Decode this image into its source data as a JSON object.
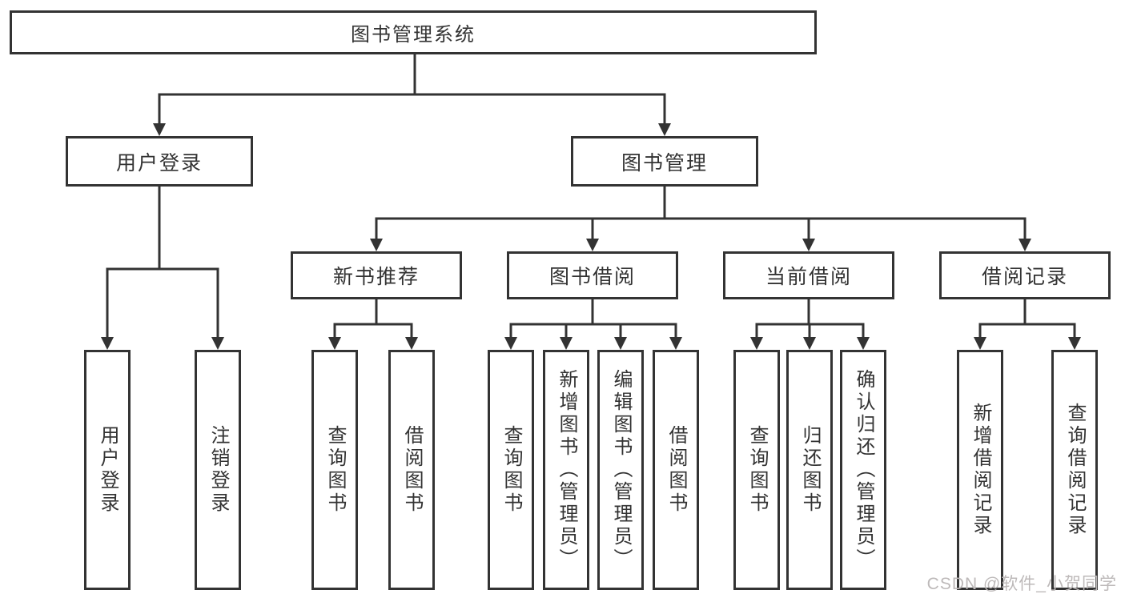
{
  "diagram": {
    "type": "hierarchy-tree",
    "tree": {
      "root": "图书管理系统",
      "branches": [
        {
          "label": "用户登录",
          "children": [
            "用户登录",
            "注销登录"
          ]
        },
        {
          "label": "图书管理",
          "sections": [
            {
              "label": "新书推荐",
              "children": [
                "查询图书",
                "借阅图书"
              ]
            },
            {
              "label": "图书借阅",
              "children": [
                "查询图书",
                "新增图书（管理员）",
                "编辑图书（管理员）",
                "借阅图书"
              ]
            },
            {
              "label": "当前借阅",
              "children": [
                "查询图书",
                "归还图书",
                "确认归还（管理员）"
              ]
            },
            {
              "label": "借阅记录",
              "children": [
                "新增借阅记录",
                "查询借阅记录"
              ]
            }
          ]
        }
      ]
    }
  },
  "watermark": "CSDN @软件_小贺同学",
  "colors": {
    "line": "#333333",
    "text": "#333333",
    "watermark": "#bdb9b9",
    "background": "#ffffff"
  }
}
